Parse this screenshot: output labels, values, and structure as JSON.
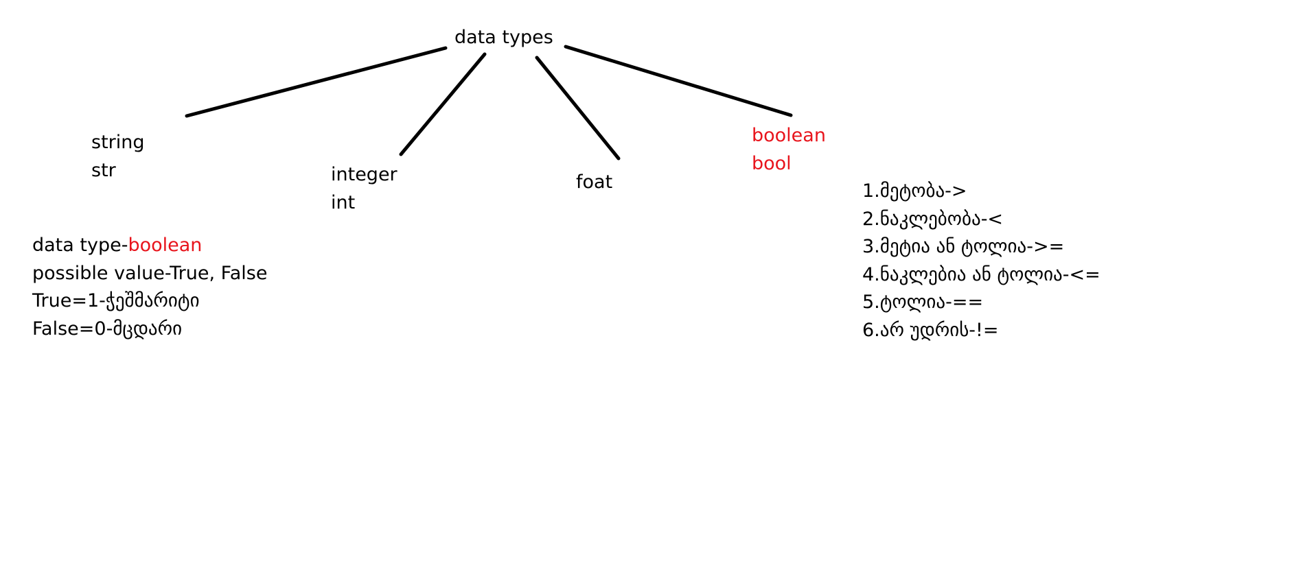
{
  "diagram": {
    "root": {
      "label": "data types"
    },
    "nodes": [
      {
        "name": "string",
        "alias": "str",
        "highlight": false
      },
      {
        "name": "integer",
        "alias": "int",
        "highlight": false
      },
      {
        "name": "foat",
        "alias": "",
        "highlight": false
      },
      {
        "name": "boolean",
        "alias": "bool",
        "highlight": true
      }
    ]
  },
  "boolean_note": {
    "prefix": "data type-",
    "type_name": "boolean",
    "possible_values": "possible value-True, False",
    "true_line": "True=1-ჭეშმარიტი",
    "false_line": "False=0-მცდარი"
  },
  "operators": [
    "1.მეტობა->",
    "2.ნაკლებობა-<",
    "3.მეტია ან ტოლია->=",
    "4.ნაკლებია ან ტოლია-<=",
    "5.ტოლია-==",
    "6.არ უდრის-!="
  ],
  "colors": {
    "text": "#000000",
    "highlight": "#e8141c",
    "connector": "#000000",
    "background": "#ffffff"
  }
}
